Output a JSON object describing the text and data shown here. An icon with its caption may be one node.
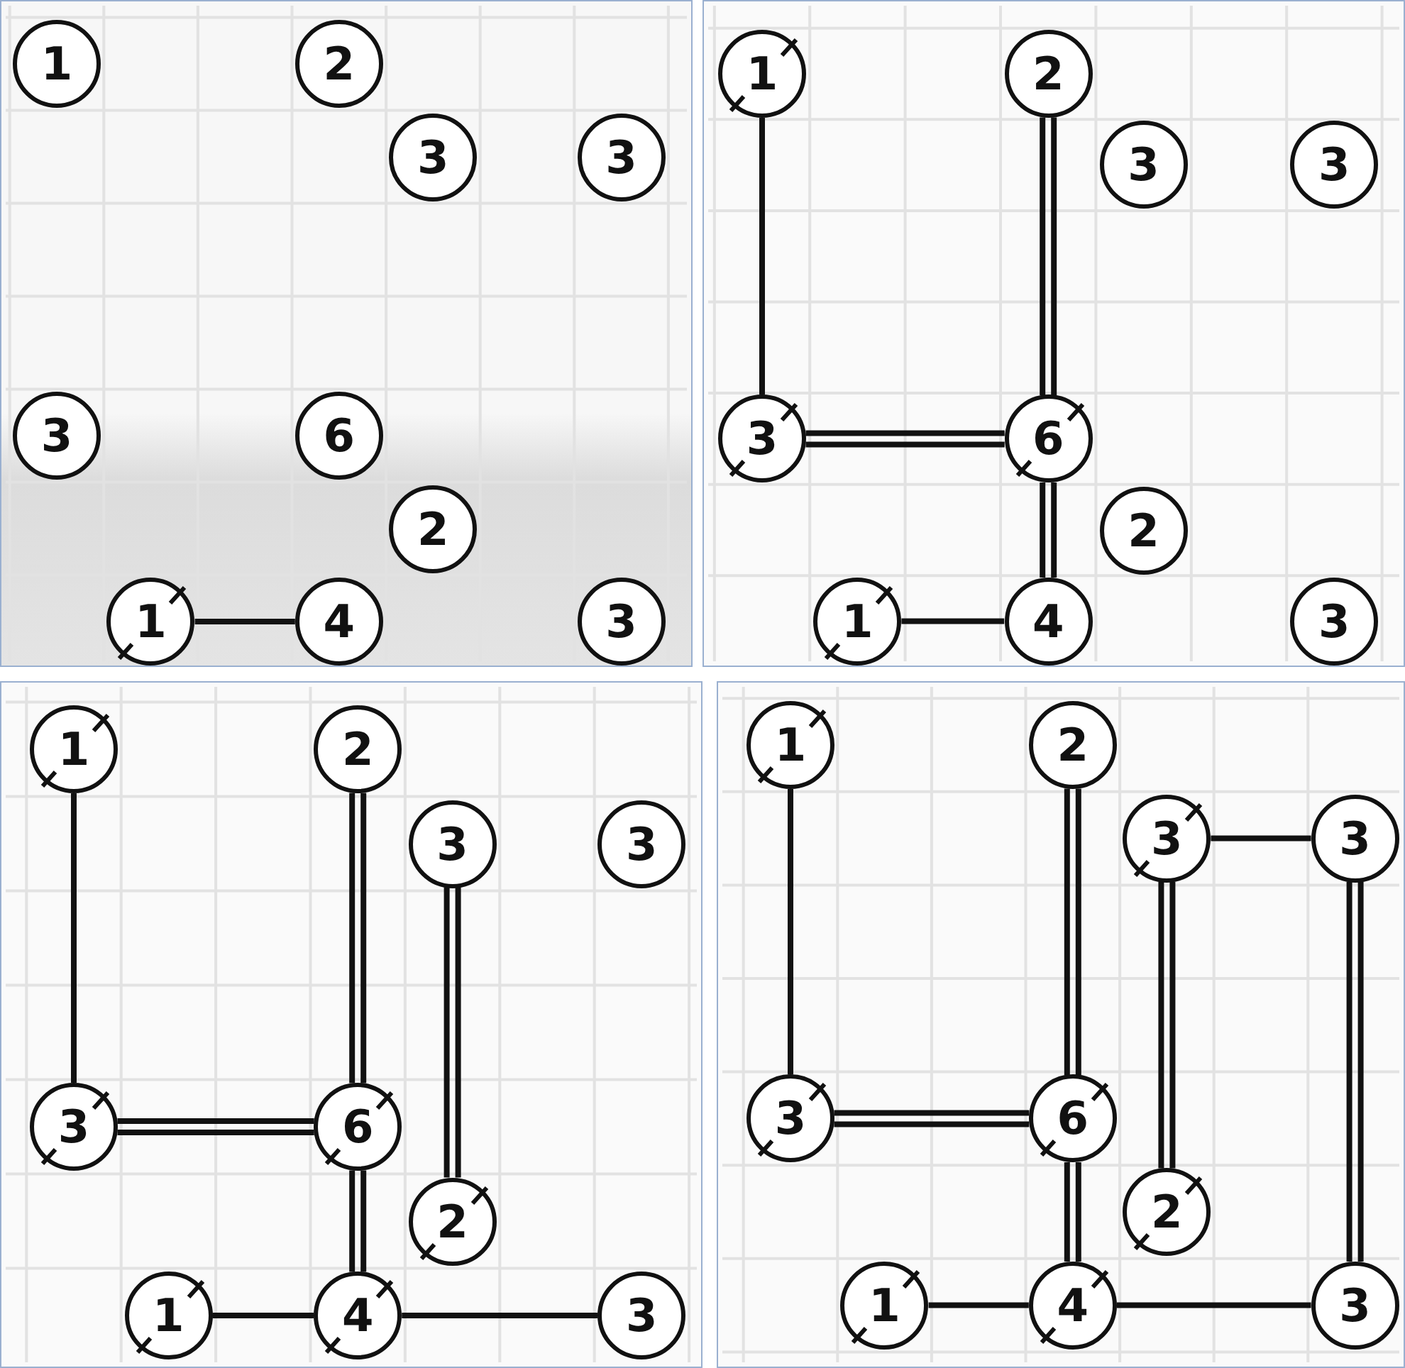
{
  "diagram": {
    "nodes": [
      {
        "text": [
          "1"
        ]
      },
      {
        "text": [
          "2"
        ]
      },
      {
        "text": [
          "3"
        ]
      },
      {
        "text": [
          "3"
        ]
      },
      {
        "text": [
          "3"
        ]
      },
      {
        "text": [
          "6"
        ]
      },
      {
        "text": [
          "2"
        ]
      },
      {
        "text": [
          "1"
        ]
      },
      {
        "text": [
          "4"
        ]
      },
      {
        "text": [
          "3"
        ]
      },
      {
        "text": [
          "1"
        ]
      },
      {
        "text": [
          "2"
        ]
      },
      {
        "text": [
          "3"
        ]
      },
      {
        "text": [
          "3"
        ]
      },
      {
        "text": [
          "3"
        ]
      },
      {
        "text": [
          "6"
        ]
      },
      {
        "text": [
          "2"
        ]
      },
      {
        "text": [
          "1"
        ]
      },
      {
        "text": [
          "4"
        ]
      },
      {
        "text": [
          "3"
        ]
      },
      {
        "text": [
          "1"
        ]
      },
      {
        "text": [
          "2"
        ]
      },
      {
        "text": [
          "3"
        ]
      },
      {
        "text": [
          "3"
        ]
      },
      {
        "text": [
          "3"
        ]
      },
      {
        "text": [
          "6"
        ]
      },
      {
        "text": [
          "2"
        ]
      },
      {
        "text": [
          "1"
        ]
      },
      {
        "text": [
          "4"
        ]
      },
      {
        "text": [
          "3"
        ]
      },
      {
        "text": [
          "1"
        ]
      },
      {
        "text": [
          "2"
        ]
      },
      {
        "text": [
          "3"
        ]
      },
      {
        "text": [
          "3"
        ]
      },
      {
        "text": [
          "3"
        ]
      },
      {
        "text": [
          "6"
        ]
      },
      {
        "text": [
          "2"
        ]
      },
      {
        "text": [
          "1"
        ]
      },
      {
        "text": [
          "4"
        ]
      },
      {
        "text": [
          "3"
        ]
      }
    ],
    "edges": [
      {
        "from": 7,
        "to": 8,
        "arrow": "none"
      },
      {
        "from": 10,
        "to": 14,
        "arrow": "none"
      },
      {
        "from": 11,
        "to": 15,
        "arrow": "none"
      },
      {
        "from": 11,
        "to": 15,
        "arrow": "none"
      },
      {
        "from": 14,
        "to": 15,
        "arrow": "none"
      },
      {
        "from": 14,
        "to": 15,
        "arrow": "none"
      },
      {
        "from": 15,
        "to": 18,
        "arrow": "none"
      },
      {
        "from": 15,
        "to": 18,
        "arrow": "none"
      },
      {
        "from": 17,
        "to": 18,
        "arrow": "none"
      },
      {
        "from": 20,
        "to": 24,
        "arrow": "none"
      },
      {
        "from": 21,
        "to": 25,
        "arrow": "none"
      },
      {
        "from": 21,
        "to": 25,
        "arrow": "none"
      },
      {
        "from": 22,
        "to": 26,
        "arrow": "none"
      },
      {
        "from": 22,
        "to": 26,
        "arrow": "none"
      },
      {
        "from": 24,
        "to": 25,
        "arrow": "none"
      },
      {
        "from": 24,
        "to": 25,
        "arrow": "none"
      },
      {
        "from": 25,
        "to": 28,
        "arrow": "none"
      },
      {
        "from": 25,
        "to": 28,
        "arrow": "none"
      },
      {
        "from": 27,
        "to": 28,
        "arrow": "none"
      },
      {
        "from": 28,
        "to": 29,
        "arrow": "none"
      },
      {
        "from": 30,
        "to": 34,
        "arrow": "none"
      },
      {
        "from": 31,
        "to": 35,
        "arrow": "none"
      },
      {
        "from": 31,
        "to": 35,
        "arrow": "none"
      },
      {
        "from": 32,
        "to": 33,
        "arrow": "none"
      },
      {
        "from": 32,
        "to": 36,
        "arrow": "none"
      },
      {
        "from": 32,
        "to": 36,
        "arrow": "none"
      },
      {
        "from": 33,
        "to": 39,
        "arrow": "none"
      },
      {
        "from": 33,
        "to": 39,
        "arrow": "none"
      },
      {
        "from": 34,
        "to": 35,
        "arrow": "none"
      },
      {
        "from": 34,
        "to": 35,
        "arrow": "none"
      },
      {
        "from": 35,
        "to": 38,
        "arrow": "none"
      },
      {
        "from": 35,
        "to": 38,
        "arrow": "none"
      },
      {
        "from": 37,
        "to": 38,
        "arrow": "none"
      },
      {
        "from": 38,
        "to": 39,
        "arrow": "none"
      }
    ]
  }
}
